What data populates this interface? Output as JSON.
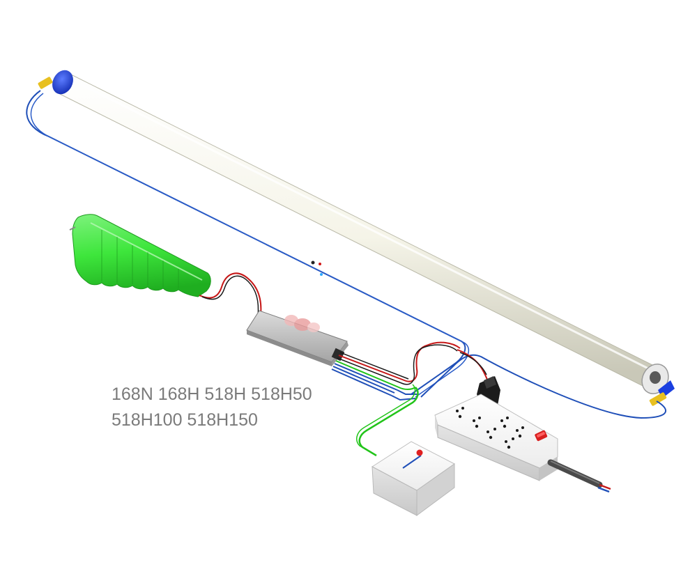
{
  "labels": {
    "line1": "168N 168H 518H 518H50",
    "line2": "518H100 518H150"
  },
  "components": [
    "tube-lamp",
    "battery-pack",
    "emergency-driver",
    "test-switch-box",
    "power-strip",
    "plug"
  ],
  "colors": {
    "wire_blue": "#1f4fb8",
    "wire_red": "#c61818",
    "wire_black": "#1a1a1a",
    "wire_green": "#22c41a",
    "battery": "#39e63a",
    "tube_body": "#f6f5e6",
    "end_cap": "#1a3fe0",
    "pins": "#e8c020",
    "label_text": "#7a7a7a"
  }
}
